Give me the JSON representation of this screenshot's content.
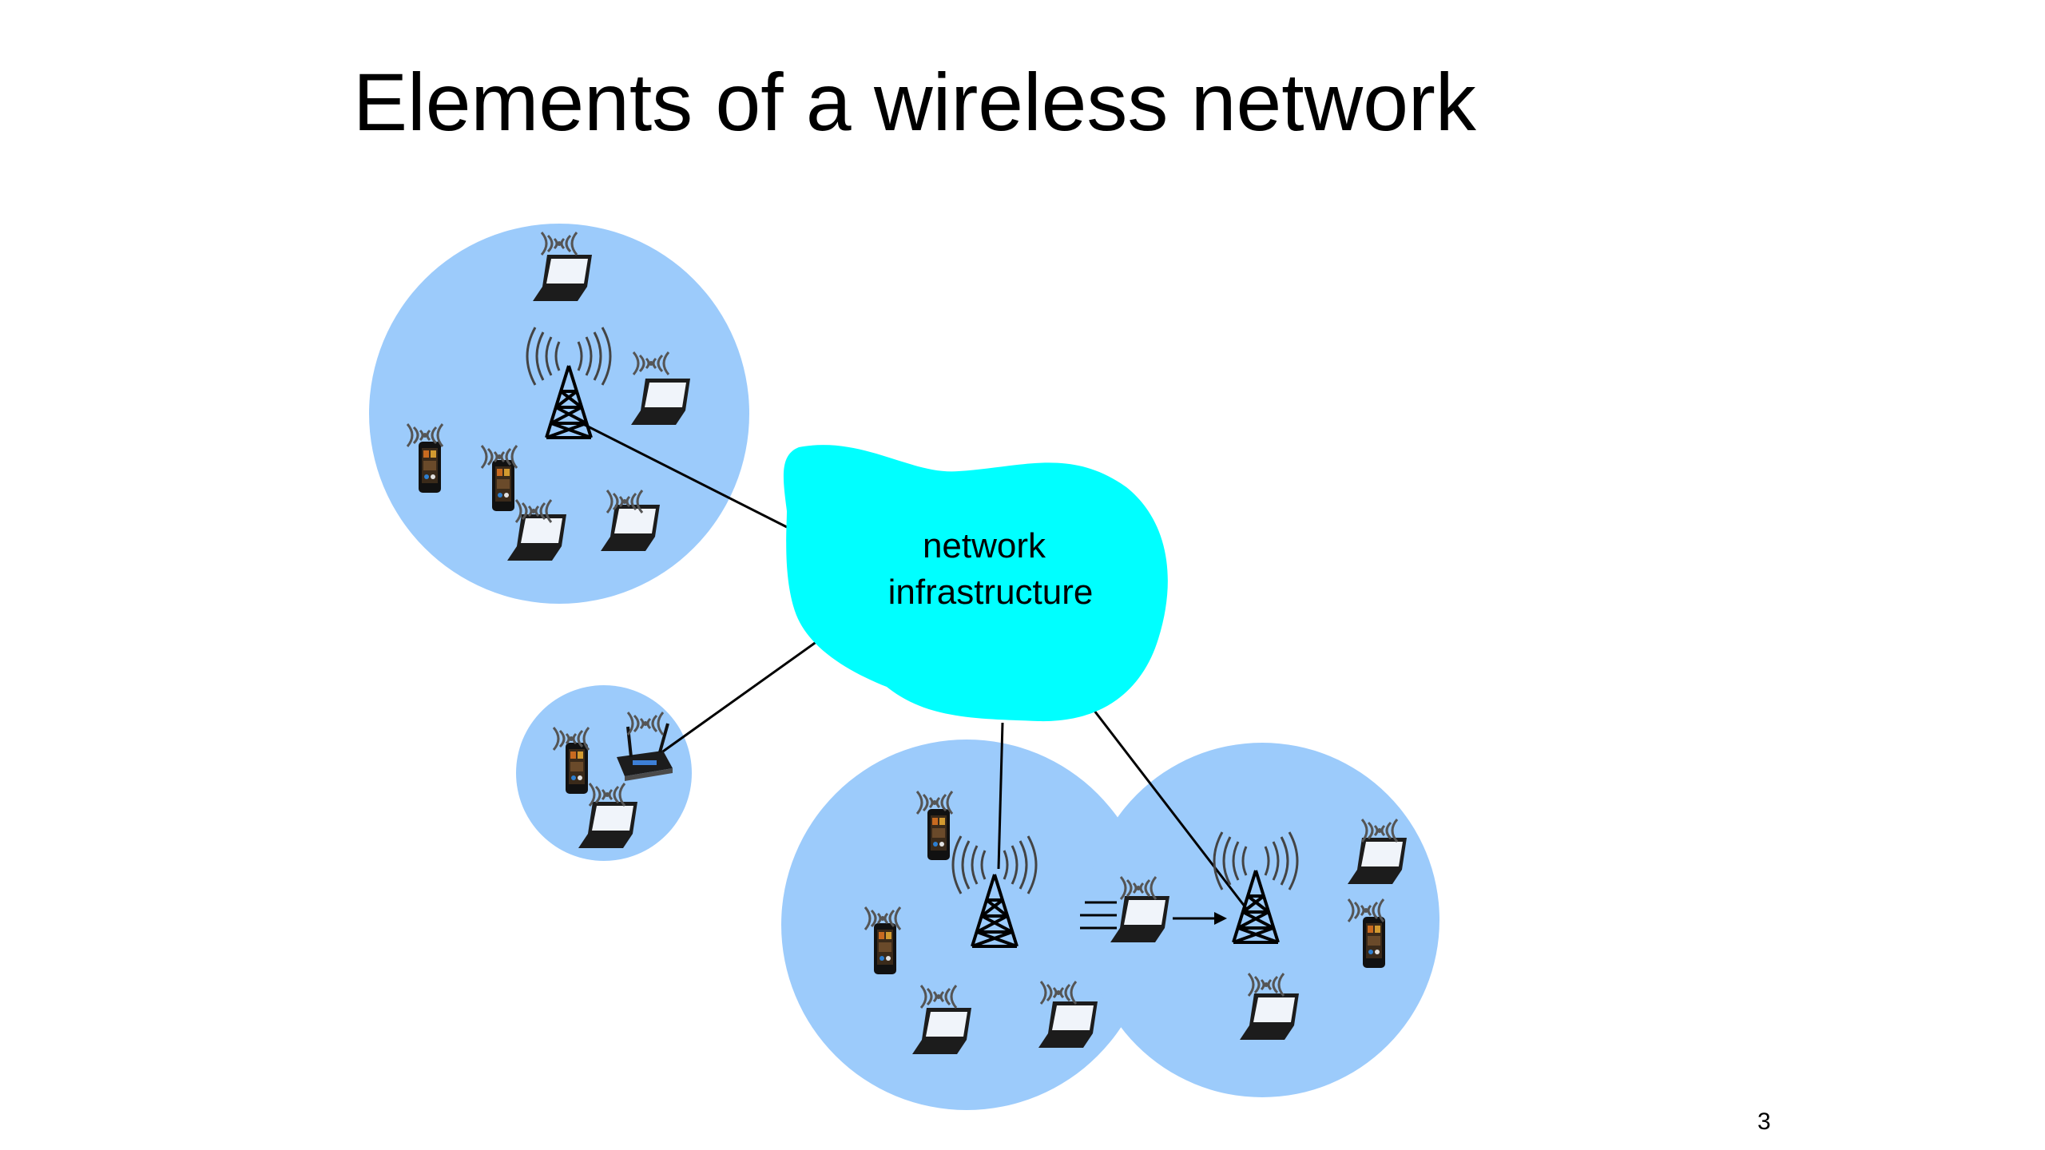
{
  "slide": {
    "title": "Elements of a wireless network",
    "page_number": "3"
  },
  "diagram": {
    "cloud_label_line1": "network",
    "cloud_label_line2": "infrastructure",
    "colors": {
      "cell": "#9ccbfb",
      "cloud": "#00ffff",
      "line": "#000000",
      "device_dark": "#1c1c1c",
      "screen": "#f0f4fa"
    },
    "cells": [
      {
        "name": "cell-top-left",
        "base_station": "cell-tower",
        "devices": [
          "laptop",
          "laptop",
          "laptop",
          "laptop",
          "smartphone",
          "smartphone"
        ]
      },
      {
        "name": "cell-small-left",
        "base_station": "wifi-router",
        "devices": [
          "smartphone",
          "laptop"
        ]
      },
      {
        "name": "cell-bottom-center",
        "base_station": "cell-tower",
        "devices": [
          "smartphone",
          "smartphone",
          "laptop",
          "laptop"
        ]
      },
      {
        "name": "cell-bottom-right",
        "base_station": "cell-tower",
        "devices": [
          "smartphone",
          "laptop",
          "laptop"
        ]
      }
    ],
    "mobile_host": {
      "icon": "laptop",
      "motion": "arrow-right"
    }
  }
}
